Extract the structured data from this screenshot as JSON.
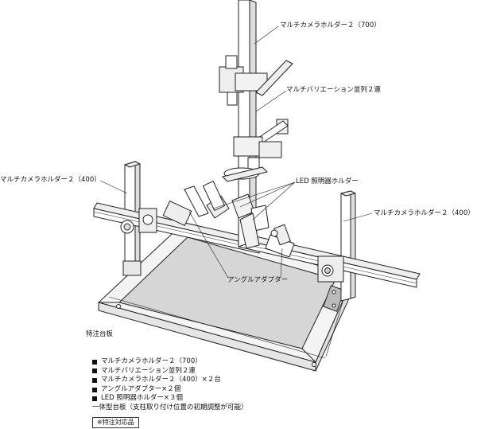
{
  "labels": {
    "holder_700_top": "マルチカメラホルダー２（700）",
    "multi_variation": "マルチバリエーション並列２連",
    "holder_400_left": "マルチカメラホルダー２（400）",
    "led_holder": "LED 照明器ホルダー",
    "holder_400_right": "マルチカメラホルダー２（400）",
    "angle_adapter": "アングルアダプター",
    "base_plate": "特注台板"
  },
  "legend": [
    {
      "bullet": true,
      "text": "マルチカメラホルダー２（700）"
    },
    {
      "bullet": true,
      "text": "マルチバリエーション並列２連"
    },
    {
      "bullet": true,
      "text": "マルチカメラホルダー２（400）×２台"
    },
    {
      "bullet": true,
      "text": "アングルアダプター×２個"
    },
    {
      "bullet": true,
      "text": "LED 照明器ホルダー×３個"
    },
    {
      "bullet": false,
      "text": "一体型台板（支柱取り付け位置の初期調整が可能）"
    }
  ],
  "note": "※特注対応品"
}
